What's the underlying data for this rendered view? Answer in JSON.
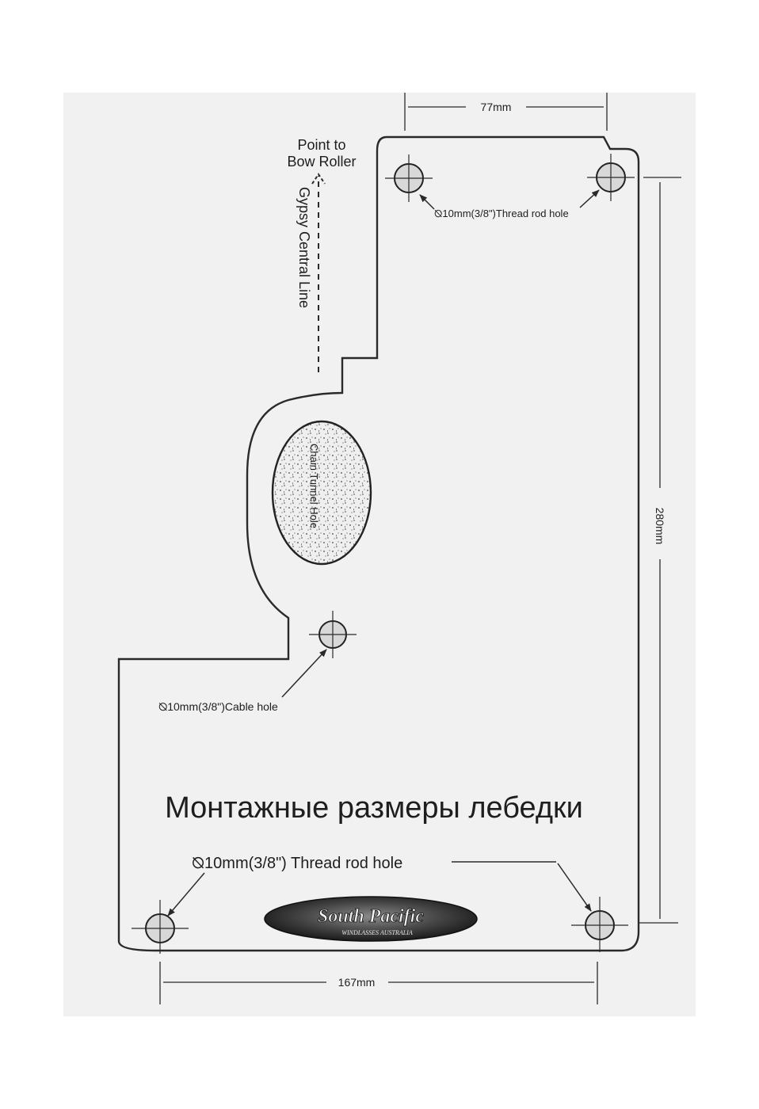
{
  "title": "Монтажные размеры лебедки",
  "labels": {
    "point_line1": "Point to",
    "point_line2": "Bow Roller",
    "central_line": "Gypsy Central Line",
    "chain_tunnel": "Chain Tunnel Hole",
    "top_hole": "⦰10mm(3/8\")Thread  rod hole",
    "cable_hole": "⦰10mm(3/8\")Cable hole",
    "bottom_hole": "⦰10mm(3/8\") Thread rod hole"
  },
  "dimensions": {
    "top": "77mm",
    "right": "280mm",
    "bottom": "167mm"
  },
  "logo": {
    "name": "South Pacific",
    "subtitle": "WINDLASSES AUSTRALIA"
  }
}
